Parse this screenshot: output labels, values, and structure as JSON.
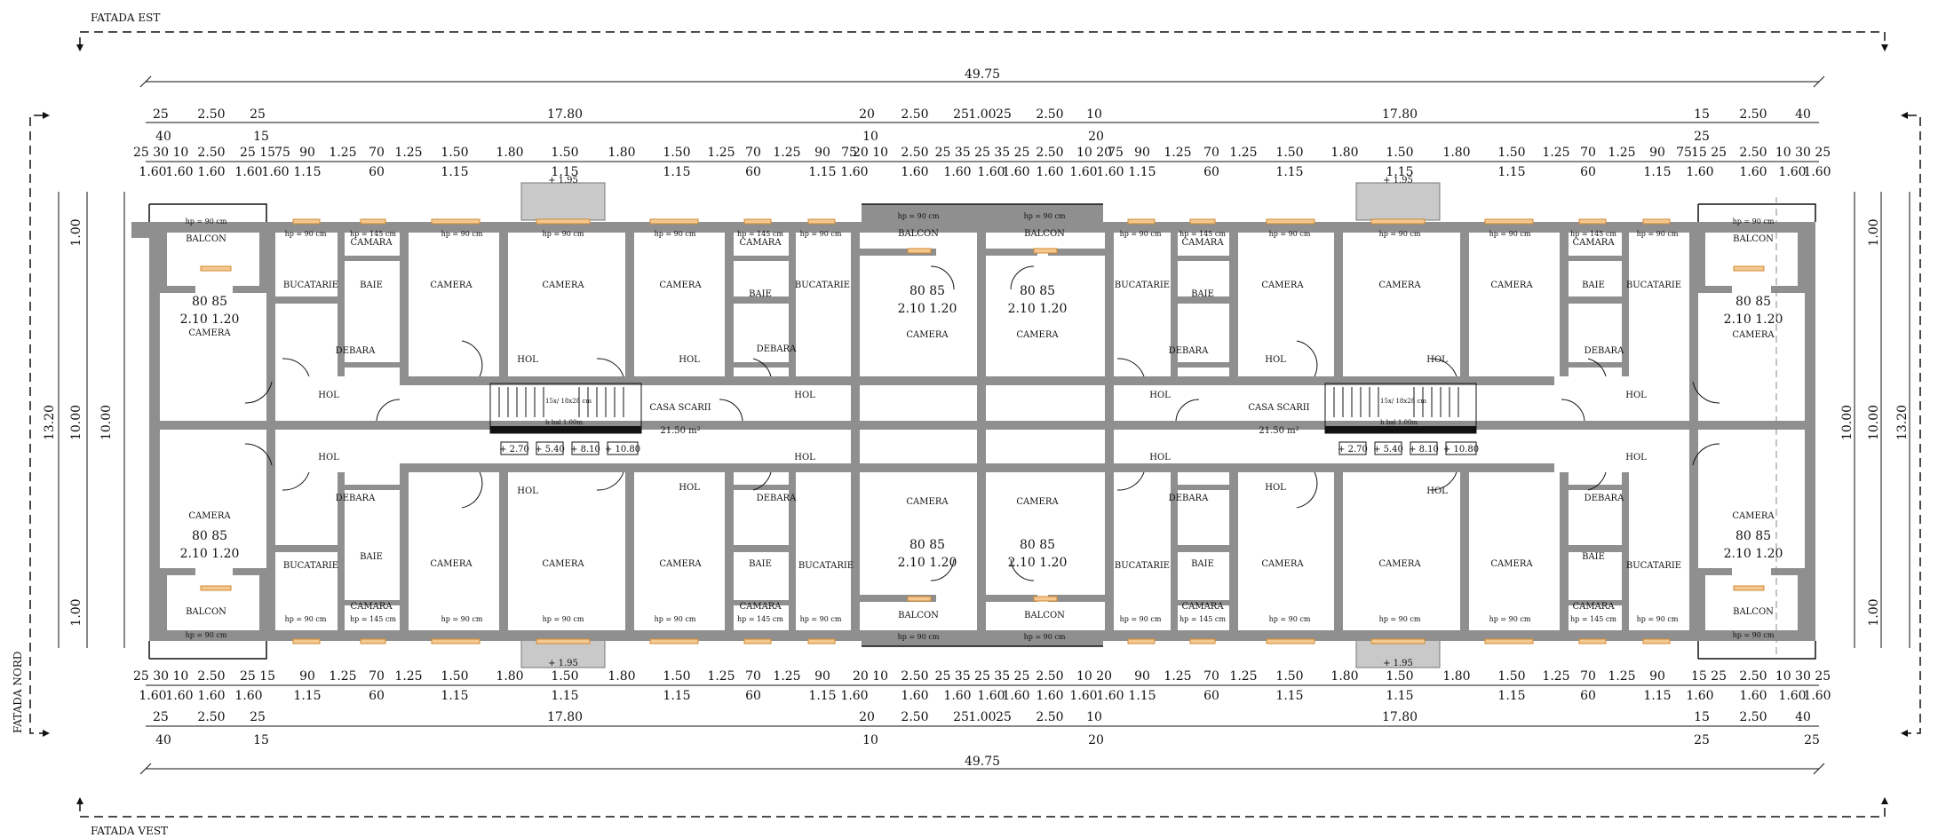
{
  "facades": {
    "east": "FATADA EST",
    "west": "FATADA VEST",
    "north": "FATADA NORD"
  },
  "dims": {
    "total": "49.75",
    "half": "17.80",
    "depth_outer": "13.20",
    "depth_inner": "10.00",
    "seg_250": "2.50",
    "seg_100": "1.00",
    "seg_160": "1.60",
    "seg_115": "1.15",
    "seg_150": "1.50",
    "seg_180": "1.80",
    "seg_125": "1.25",
    "seg_90": "90",
    "seg_70": "70",
    "seg_60": "60",
    "seg_75": "75",
    "seg_25": "25",
    "seg_40": "40",
    "seg_15": "15",
    "seg_20": "20",
    "seg_10": "10",
    "seg_2530": "25 30 10",
    "seg_2515": "25 15",
    "seg_2010": "20 10",
    "seg_1020": "10 20",
    "seg_1030": "10 30 25",
    "seg_1525": "15 25",
    "seg_2535": "25 35 25 35 25",
    "door_8085": "80   85",
    "door_210": "2.10 1.20"
  },
  "rooms": {
    "balcon": "BALCON",
    "camera": "CAMERA",
    "bucatarie": "BUCATARIE",
    "baie": "BAIE",
    "camara": "CAMARA",
    "debara": "DEBARA",
    "hol": "HOL",
    "casa_scarii": "CASA SCARII",
    "stair_area": "21.50 m²"
  },
  "windows": {
    "hp90": "hp = 90 cm",
    "hp145": "hp = 145 cm"
  },
  "levels": {
    "l1": "+ 2.70",
    "l2": "+ 5.40",
    "l3": "+ 8.10",
    "l4": "+ 10.80",
    "entry": "+ 1.95"
  },
  "stairs": {
    "steps": "15x/ 18x28 cm",
    "rail": "h bal 1.00m"
  }
}
